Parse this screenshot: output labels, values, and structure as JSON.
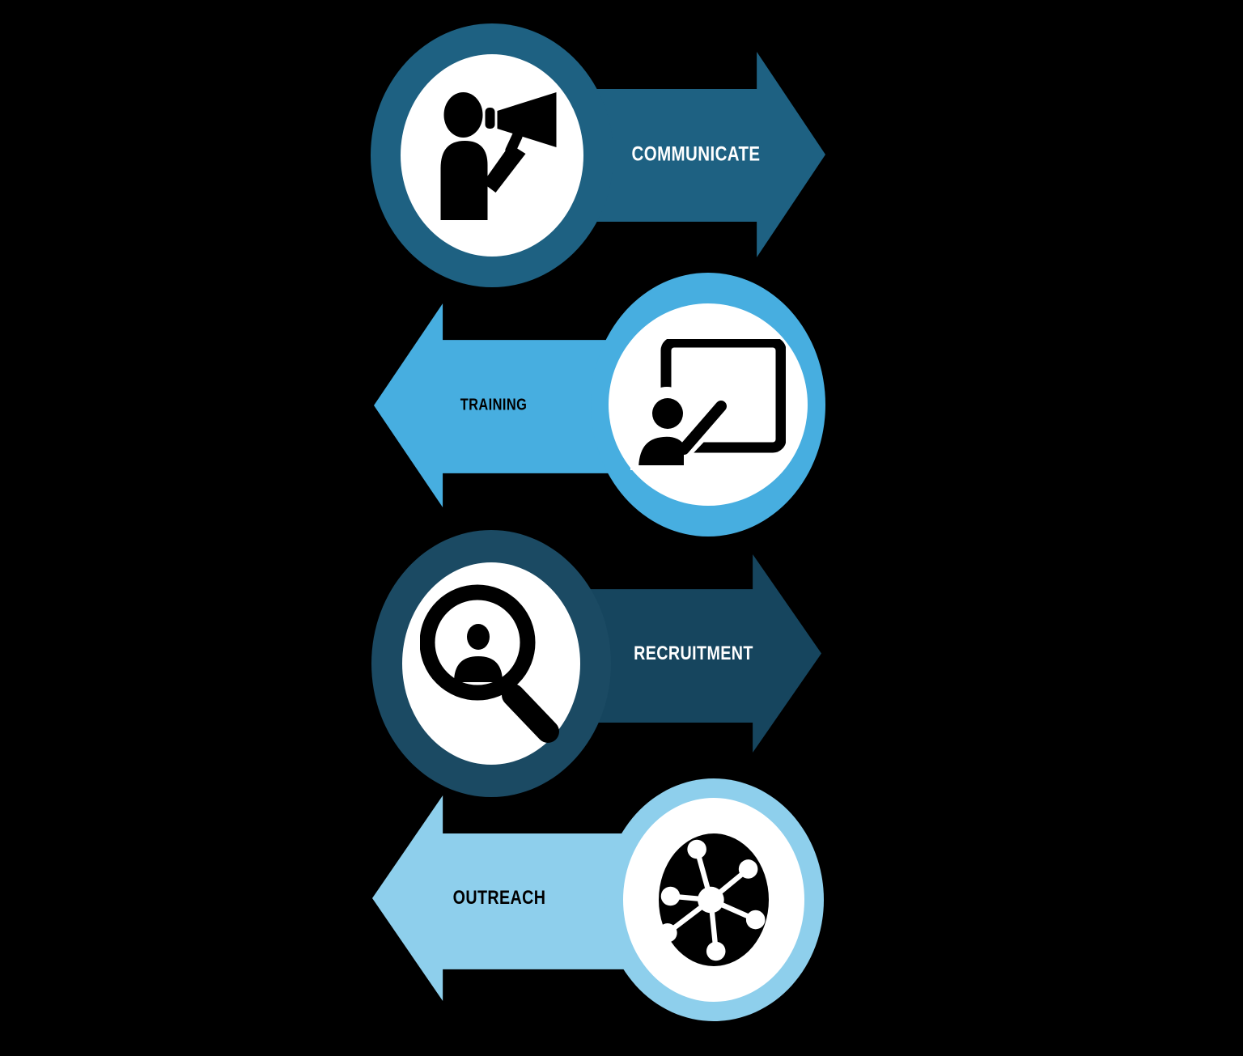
{
  "background_color": "#000000",
  "items": [
    {
      "label": "COMMUNICATE",
      "direction": "right",
      "arrow_color": "#1E6182",
      "ring_color": "#1E6182",
      "inner_color": "#FFFFFF",
      "icon": "megaphone-person-icon",
      "icon_color": "#000000",
      "label_color": "#FFFFFF"
    },
    {
      "label": "TRAINING",
      "direction": "left",
      "arrow_color": "#47AEE0",
      "ring_color": "#47AEE0",
      "inner_color": "#FFFFFF",
      "icon": "presenter-whiteboard-icon",
      "icon_color": "#000000",
      "label_color": "#000000"
    },
    {
      "label": "RECRUITMENT",
      "direction": "right",
      "arrow_color": "#16455E",
      "ring_color": "#1B4A63",
      "inner_color": "#FFFFFF",
      "icon": "person-search-icon",
      "icon_color": "#000000",
      "label_color": "#FFFFFF"
    },
    {
      "label": "OUTREACH",
      "direction": "left",
      "arrow_color": "#8ECFEC",
      "ring_color": "#8ECFEC",
      "inner_color": "#FFFFFF",
      "core_color": "#000000",
      "icon": "network-hub-icon",
      "icon_color": "#FFFFFF",
      "label_color": "#000000"
    }
  ]
}
